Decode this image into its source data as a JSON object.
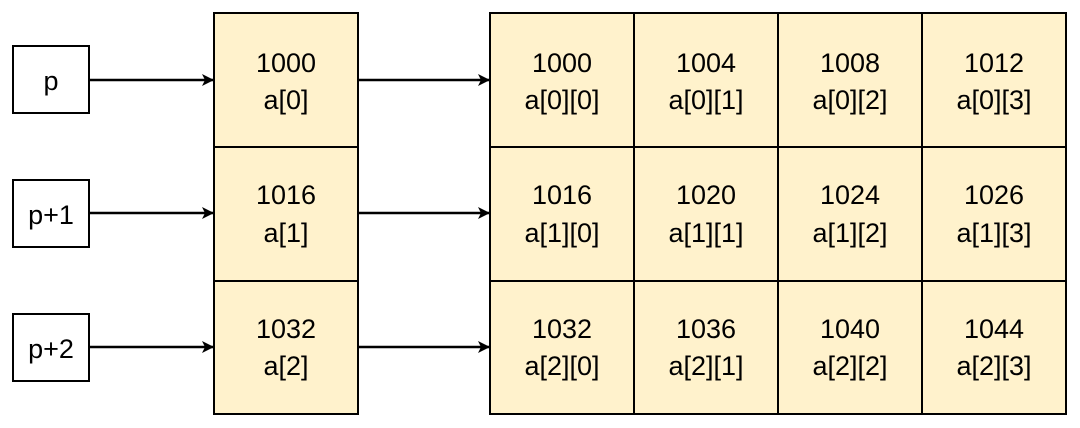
{
  "pointers": [
    "p",
    "p+1",
    "p+2"
  ],
  "rows": [
    {
      "row_address": "1000",
      "row_label": "a[0]",
      "cells": [
        {
          "address": "1000",
          "label": "a[0][0]"
        },
        {
          "address": "1004",
          "label": "a[0][1]"
        },
        {
          "address": "1008",
          "label": "a[0][2]"
        },
        {
          "address": "1012",
          "label": "a[0][3]"
        }
      ]
    },
    {
      "row_address": "1016",
      "row_label": "a[1]",
      "cells": [
        {
          "address": "1016",
          "label": "a[1][0]"
        },
        {
          "address": "1020",
          "label": "a[1][1]"
        },
        {
          "address": "1024",
          "label": "a[1][2]"
        },
        {
          "address": "1026",
          "label": "a[1][3]"
        }
      ]
    },
    {
      "row_address": "1032",
      "row_label": "a[2]",
      "cells": [
        {
          "address": "1032",
          "label": "a[2][0]"
        },
        {
          "address": "1036",
          "label": "a[2][1]"
        },
        {
          "address": "1040",
          "label": "a[2][2]"
        },
        {
          "address": "1044",
          "label": "a[2][3]"
        }
      ]
    }
  ],
  "colors": {
    "cell_fill": "#fff2cc",
    "stroke": "#000000",
    "pointer_fill": "#ffffff"
  }
}
